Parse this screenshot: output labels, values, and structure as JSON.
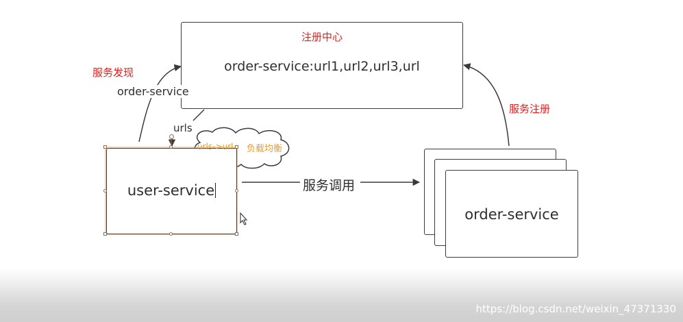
{
  "registry": {
    "title": "注册中心",
    "entry": "order-service:url1,url2,url3,url"
  },
  "discovery": {
    "label": "服务发现",
    "service_name": "order-service",
    "return_label": "urls"
  },
  "register": {
    "label": "服务注册"
  },
  "consumer": {
    "name": "user-service"
  },
  "cloud": {
    "left": "urls->url",
    "right": "负载均衡"
  },
  "call": {
    "label": "服务调用"
  },
  "provider": {
    "name": "order-service"
  },
  "watermark": "https://blog.csdn.net/weixin_47371330",
  "colors": {
    "red_text": "#e02020",
    "orange_text": "#f29a1a",
    "stroke": "#3a3a3a"
  }
}
